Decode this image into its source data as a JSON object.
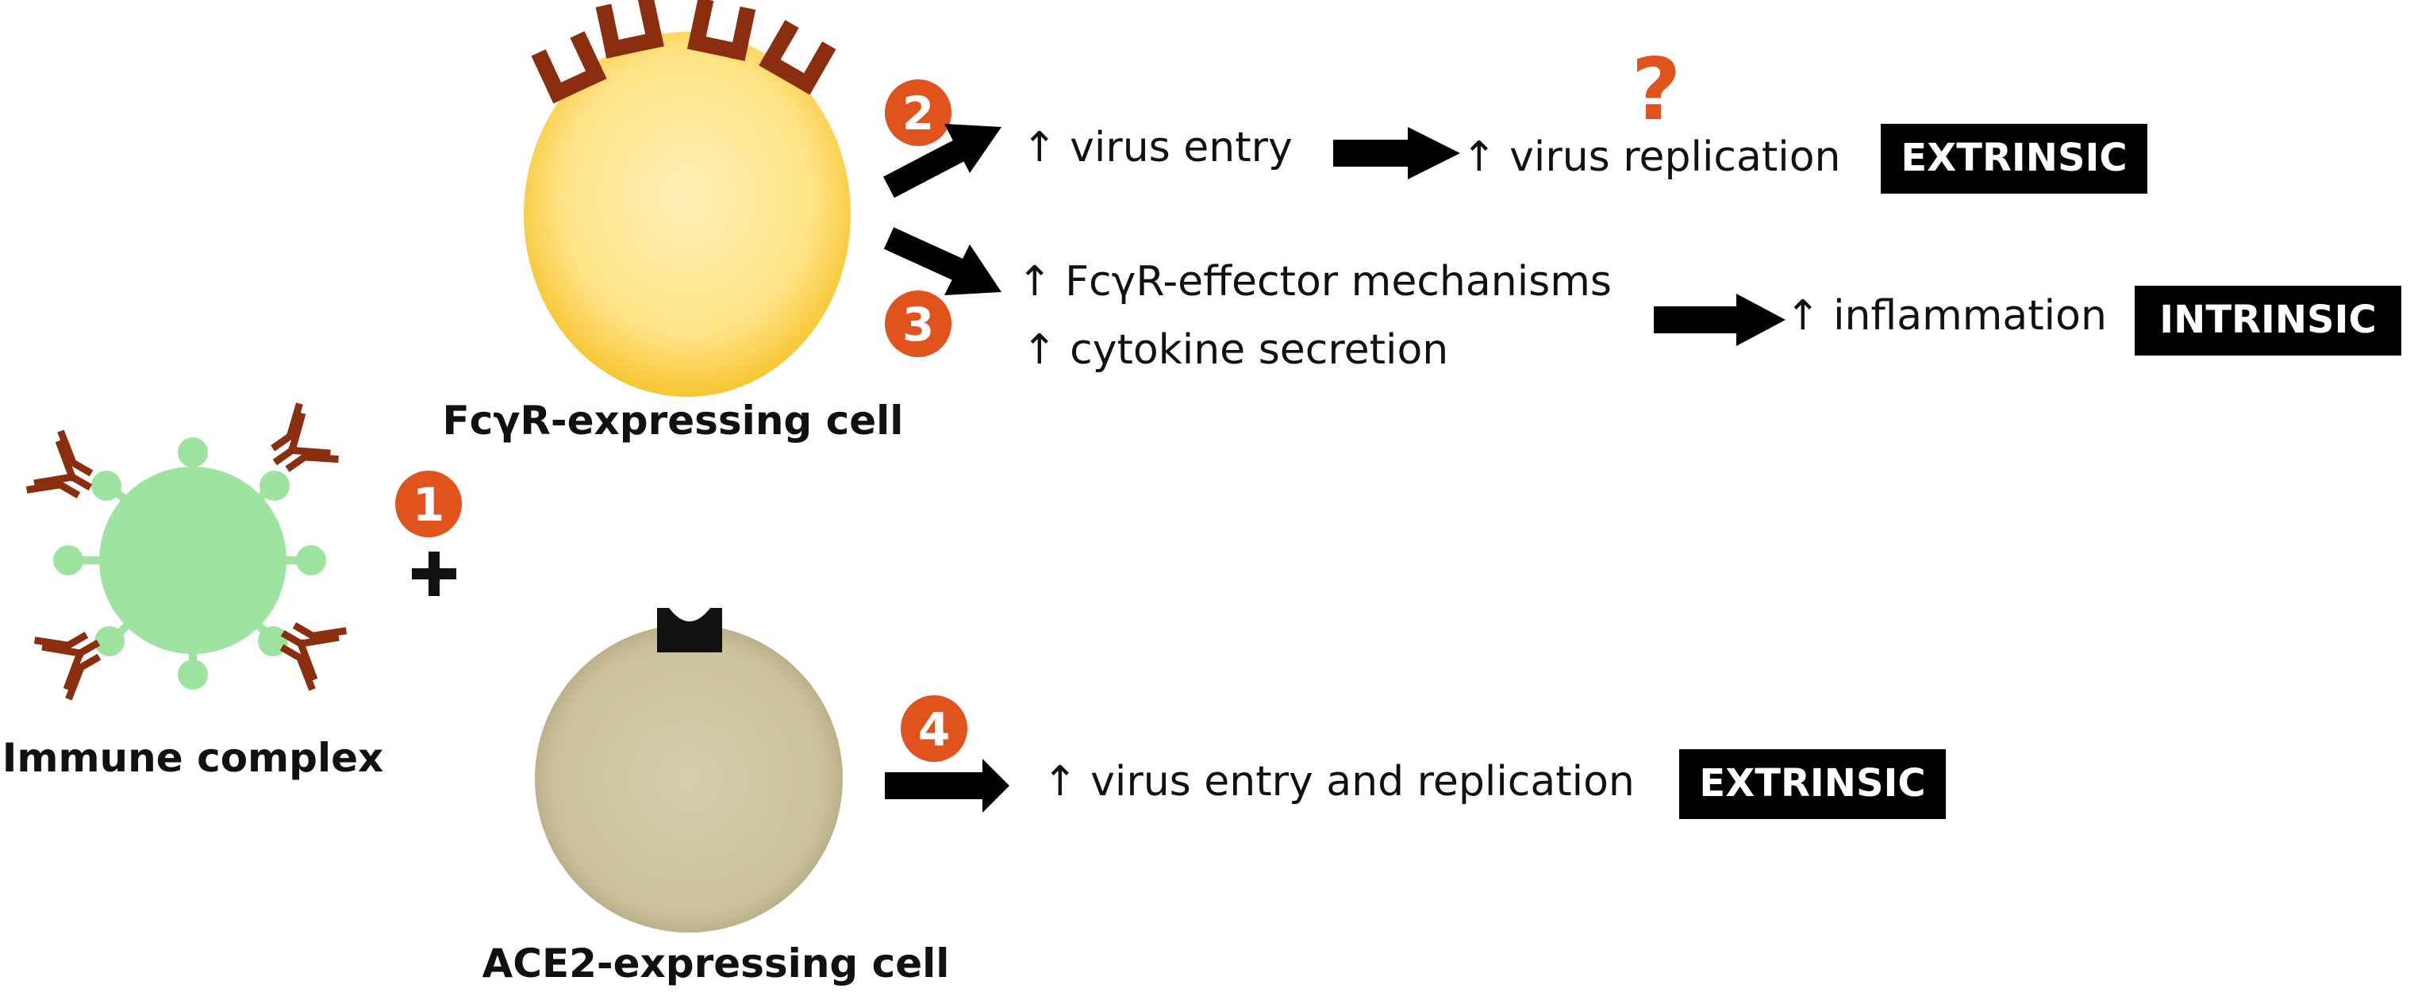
{
  "labels": {
    "immune_complex": "Immune complex",
    "fcgr_cell": "FcγR-expressing cell",
    "ace2_cell": "ACE2-expressing cell",
    "plus": "+",
    "question": "?"
  },
  "steps": [
    "1",
    "2",
    "3",
    "4"
  ],
  "effects": {
    "virus_entry": "↑ virus entry",
    "virus_replication": "↑ virus replication",
    "fcgr_effector": "↑ FcγR-effector mechanisms",
    "cytokine": "↑ cytokine secretion",
    "inflammation": "↑ inflammation",
    "entry_replication": "↑ virus entry and replication"
  },
  "tags": {
    "extrinsic_top": "EXTRINSIC",
    "intrinsic": "INTRINSIC",
    "extrinsic_bottom": "EXTRINSIC"
  },
  "colors": {
    "step_badge": "#e0531c",
    "question": "#e0531c",
    "arrow": "#000000",
    "tag_bg": "#000000",
    "virus": "#9fe3a0",
    "antibody": "#8b2e10",
    "fcgr_cell": "#ffd75a",
    "ace2_cell": "#cbc29c",
    "receptor_ace2": "#111111"
  }
}
